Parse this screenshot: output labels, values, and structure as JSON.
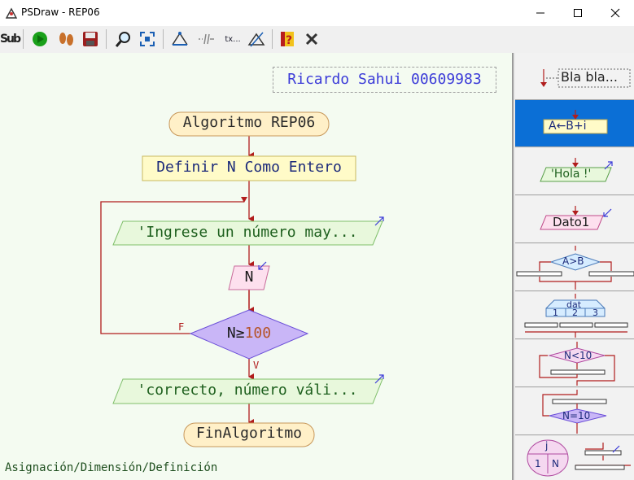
{
  "window": {
    "title": "PSDraw - REP06",
    "controls": {
      "minimize": "—",
      "maximize": "☐",
      "close": "✕"
    }
  },
  "toolbar": {
    "sub_label": "Sub",
    "comment_tool_label": "tx..."
  },
  "canvas": {
    "author_note": "Ricardo Sahui 00609983",
    "start": "Algoritmo REP06",
    "define": "Definir N Como Entero",
    "output1": "'Ingrese un número may...",
    "input": "N",
    "condition_prefix": "N≥",
    "condition_value": "100",
    "false_label": "F",
    "true_label": "V",
    "output2": "'correcto, número váli...",
    "end": "FinAlgoritmo",
    "status": "Asignación/Dimensión/Definición"
  },
  "palette": {
    "comment": "Bla bla...",
    "assign": "A←B+i",
    "write": "'Hola !'",
    "read": "Dato1",
    "if": "A>B",
    "switch": {
      "var": "dat",
      "cases": [
        "1",
        "2",
        "3"
      ]
    },
    "while": "N<10",
    "repeat": "N=10",
    "for": {
      "var": "j",
      "from": "1",
      "to": "N"
    }
  },
  "colors": {
    "canvas_bg": "#f4fbf1",
    "start_end_fill": "#fff0c8",
    "define_fill": "#fffbc8",
    "output_fill": "#e8f8dc",
    "input_fill": "#fde0ee",
    "decision_fill": "#c9b6f7",
    "flow_line": "#b11d1d",
    "selected_palette": "#0b6fd6"
  }
}
